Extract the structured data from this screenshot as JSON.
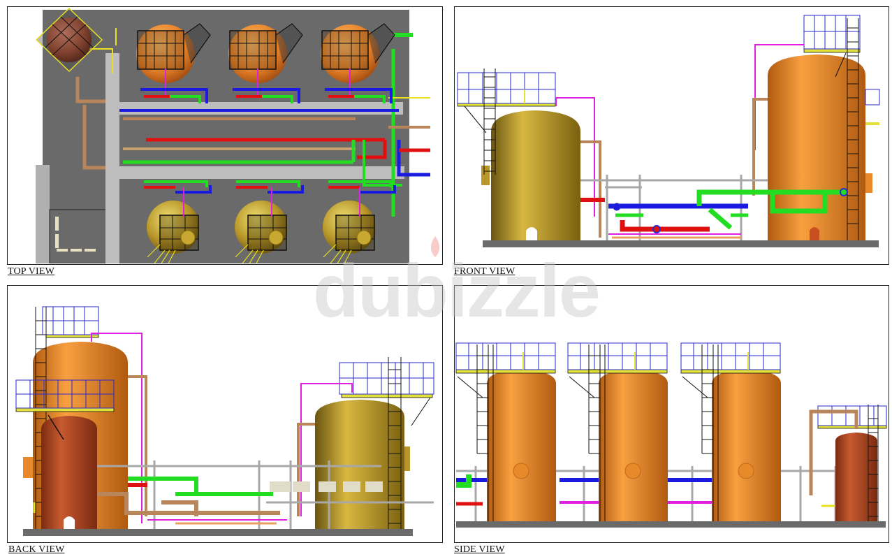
{
  "document": {
    "type": "Process skid general arrangement views",
    "views": [
      {
        "id": "top",
        "label": "TOP VIEW"
      },
      {
        "id": "front",
        "label": "FRONT VIEW"
      },
      {
        "id": "back",
        "label": "BACK VIEW"
      },
      {
        "id": "side",
        "label": "SIDE VIEW"
      }
    ]
  },
  "watermark": {
    "text": "dubizzle",
    "color": "#c8c8c8",
    "accent": "#e0342a"
  },
  "colors": {
    "frame": "#222222",
    "deck": "#6a6a6a",
    "beam": "#bdbdbd",
    "vessel_orange": "#e8892a",
    "vessel_gold": "#b8962a",
    "vessel_brown": "#b5502a",
    "pipe_red": "#e01010",
    "pipe_green": "#22dd22",
    "pipe_blue": "#1a1ae0",
    "pipe_magenta": "#e020e0",
    "pipe_copper": "#b8865a",
    "pipe_yellow": "#e8e020",
    "railing_blue": "#2a2acc",
    "platform_yellow": "#e2e23a",
    "ladder": "#111111"
  },
  "top_view": {
    "orange_vessels": 3,
    "gold_vessels": 3,
    "brown_vessel": 1
  },
  "front_view": {
    "vessels": [
      "gold",
      "orange"
    ]
  },
  "back_view": {
    "vessels": [
      "orange",
      "brown",
      "gold"
    ]
  },
  "side_view": {
    "vessels": [
      "orange",
      "orange",
      "orange",
      "brown"
    ]
  }
}
